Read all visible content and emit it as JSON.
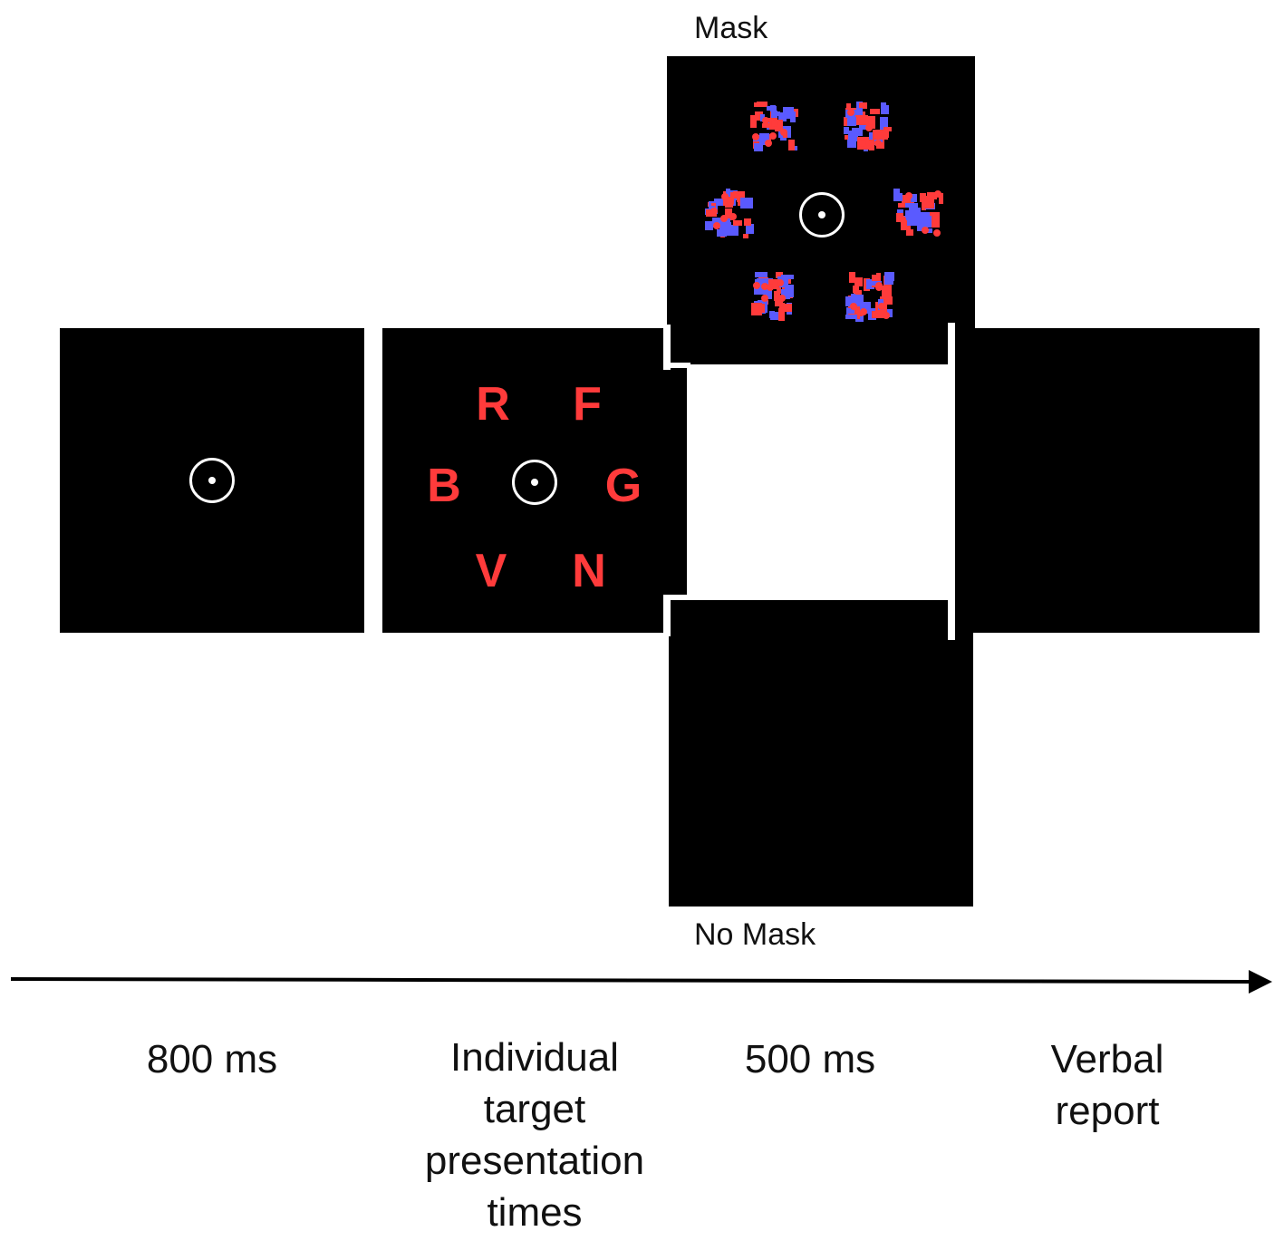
{
  "screens": {
    "fixation": {
      "has_fixation": true
    },
    "target": {
      "letters": [
        "R",
        "F",
        "B",
        "G",
        "V",
        "N"
      ],
      "letter_color": "#ff3b3b"
    },
    "mask": {
      "label": "Mask",
      "colors": [
        "#ff3b3b",
        "#5a5aff"
      ]
    },
    "no_mask": {
      "label": "No Mask"
    },
    "response": {}
  },
  "timeline": {
    "labels": [
      "800 ms",
      "Individual target presentation times",
      "500 ms",
      "Verbal report"
    ]
  }
}
